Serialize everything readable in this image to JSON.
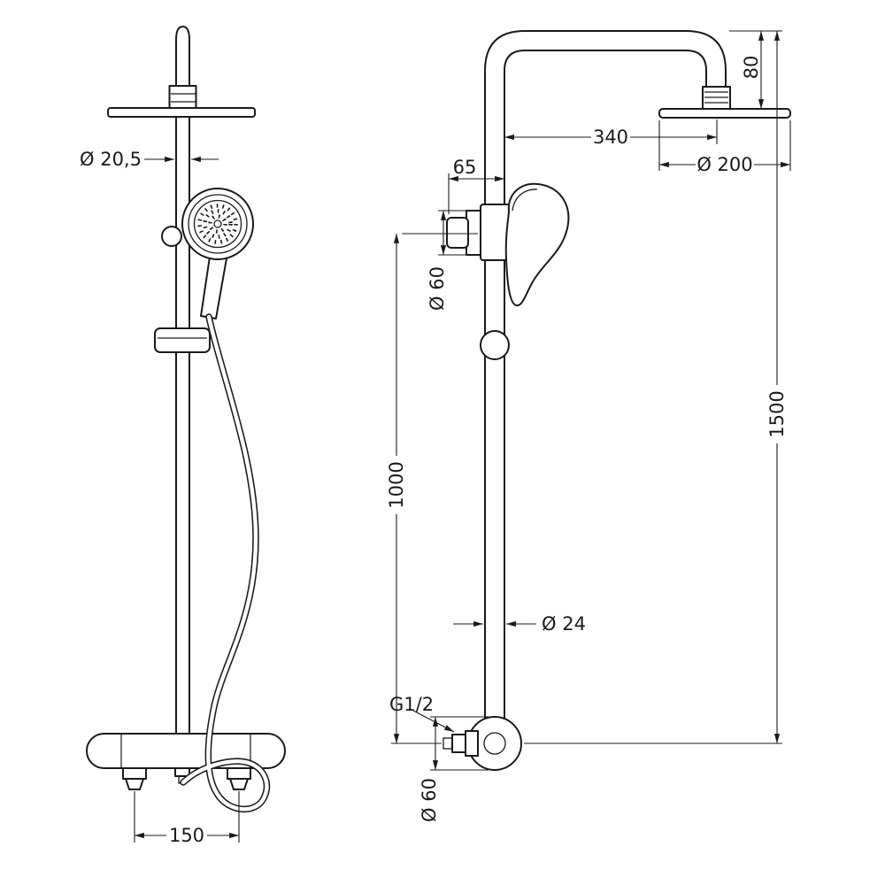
{
  "colors": {
    "line": "#1a1a1a",
    "background": "#ffffff"
  },
  "dimensions": {
    "front_pipe_diameter": "Ø 20,5",
    "front_inlet_spacing": "150",
    "side_bracket_depth": "65",
    "side_bracket_diameter": "Ø 60",
    "side_arm_reach": "340",
    "side_head_diameter": "Ø 200",
    "side_head_drop": "80",
    "side_bracket_height": "1000",
    "side_pipe_diameter": "Ø 24",
    "side_inlet_thread": "G1/2",
    "side_valve_diameter": "Ø 60",
    "side_total_height": "1500"
  }
}
